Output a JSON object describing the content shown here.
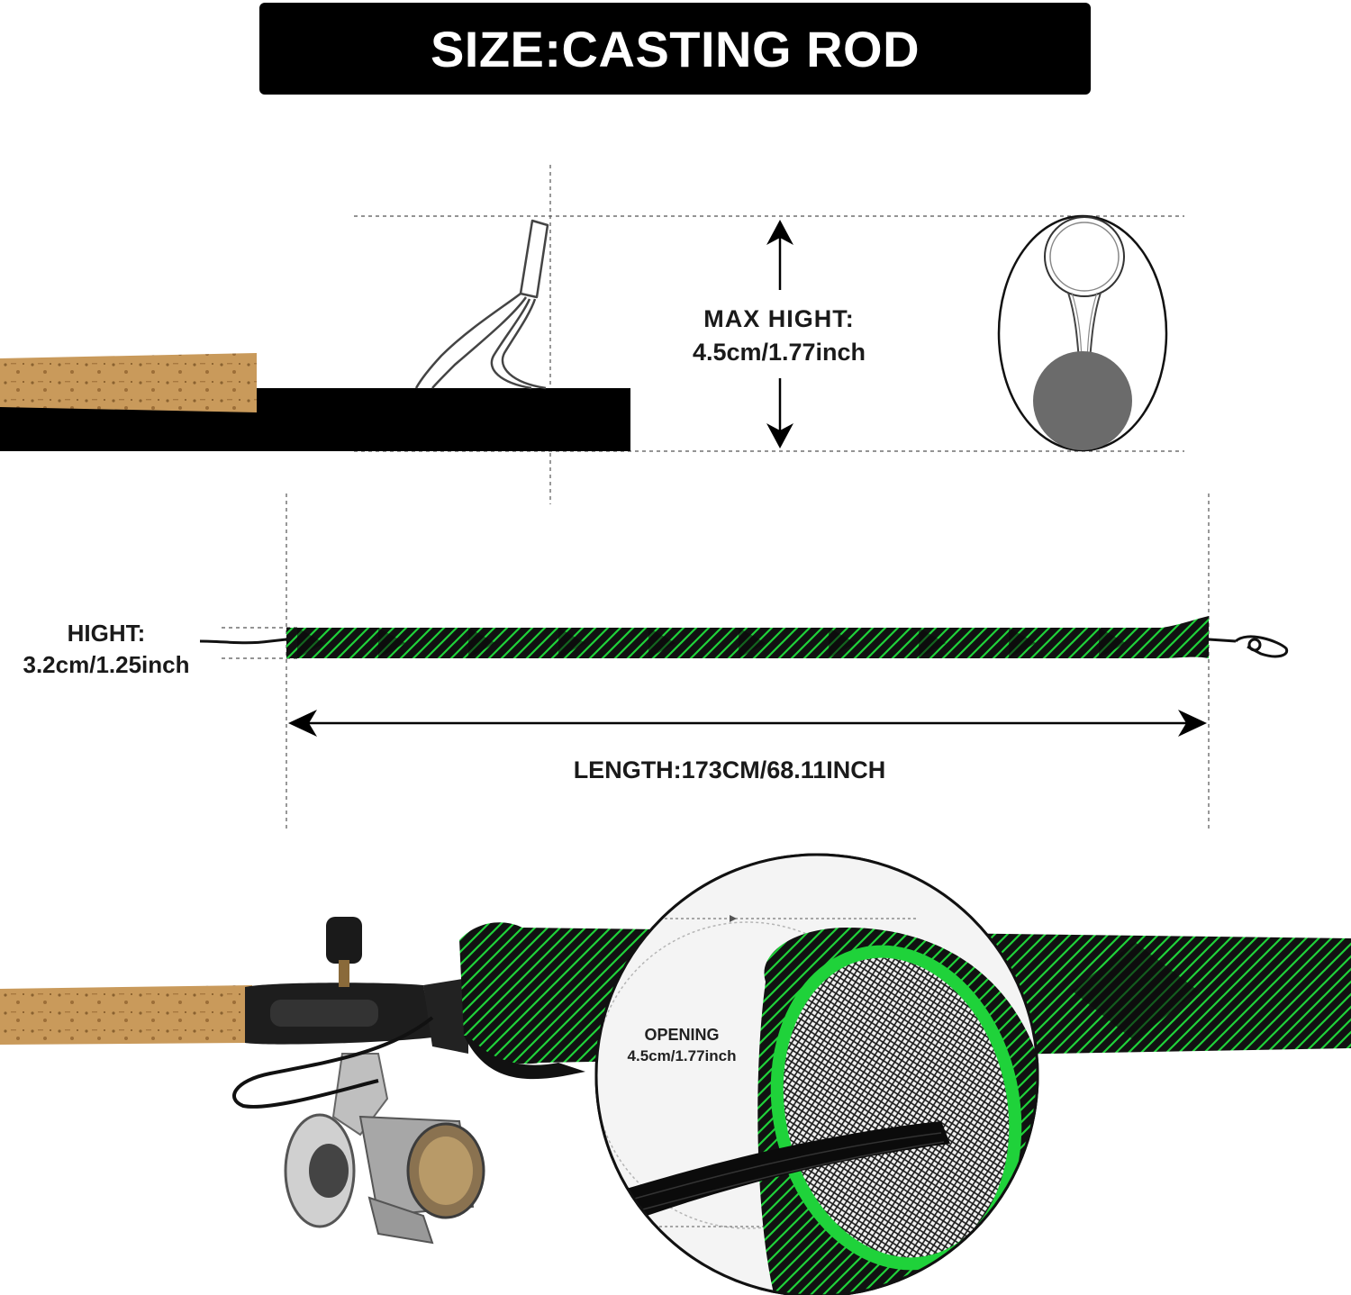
{
  "title": "SIZE:CASTING ROD",
  "max_height": {
    "label": "MAX  HIGHT:",
    "value": "4.5cm/1.77inch"
  },
  "sleeve_height": {
    "label": "HIGHT:",
    "value": "3.2cm/1.25inch"
  },
  "length": {
    "label": "LENGTH:173CM/68.11INCH"
  },
  "opening": {
    "label": "OPENING",
    "value": "4.5cm/1.77inch"
  },
  "colors": {
    "background": "#ffffff",
    "title_bar": "#000000",
    "title_text": "#ffffff",
    "sleeve_green": "#1fd23a",
    "sleeve_black": "#111111",
    "cork": "#c99a5b",
    "ball": "#6b6b6b"
  },
  "icons": [
    "rod-guide-side-icon",
    "rod-guide-front-icon",
    "reel-icon",
    "double-arrow-icon"
  ]
}
